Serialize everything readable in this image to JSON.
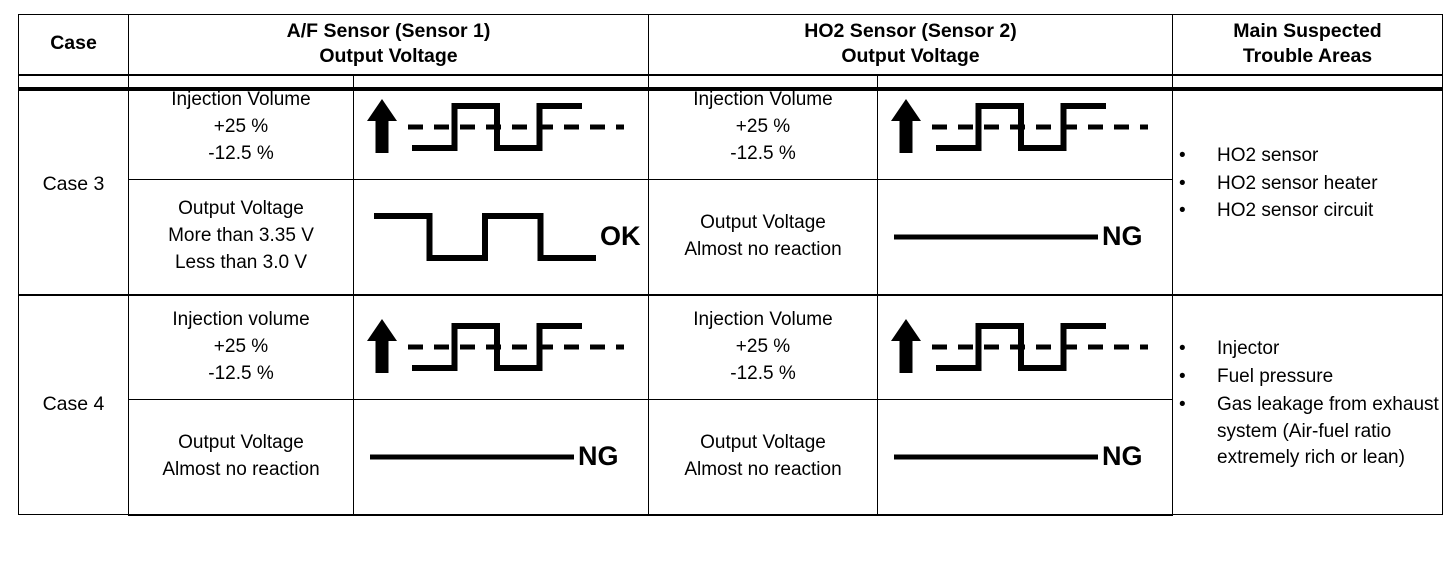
{
  "table": {
    "columns": [
      {
        "key": "case",
        "label": "Case"
      },
      {
        "key": "af",
        "label": "A/F Sensor (Sensor 1)",
        "label2": "Output Voltage"
      },
      {
        "key": "ho2",
        "label": "HO2 Sensor (Sensor 2)",
        "label2": "Output Voltage"
      },
      {
        "key": "trouble",
        "label": "Main Suspected",
        "label2": "Trouble Areas"
      }
    ],
    "rows": [
      {
        "case_label": "Case 3",
        "sub_rows": [
          {
            "af_desc": [
              "Injection Volume",
              "+25 %",
              "-12.5 %"
            ],
            "af_wave": {
              "type": "square-rising",
              "arrow": true,
              "dashed_center": true,
              "label": ""
            },
            "ho2_desc": [
              "Injection Volume",
              "+25 %",
              "-12.5 %"
            ],
            "ho2_wave": {
              "type": "square-rising",
              "arrow": true,
              "dashed_center": true,
              "label": ""
            }
          },
          {
            "af_desc": [
              "Output Voltage",
              "More than 3.35 V",
              "Less than 3.0 V"
            ],
            "af_wave": {
              "type": "square-falling",
              "arrow": false,
              "dashed_center": false,
              "label": "OK"
            },
            "ho2_desc": [
              "Output Voltage",
              "Almost no reaction"
            ],
            "ho2_wave": {
              "type": "flat",
              "arrow": false,
              "dashed_center": false,
              "label": "NG"
            }
          }
        ],
        "trouble_areas": [
          "HO2 sensor",
          "HO2 sensor heater",
          "HO2 sensor circuit"
        ]
      },
      {
        "case_label": "Case 4",
        "sub_rows": [
          {
            "af_desc": [
              "Injection volume",
              "+25 %",
              "-12.5 %"
            ],
            "af_wave": {
              "type": "square-rising",
              "arrow": true,
              "dashed_center": true,
              "label": ""
            },
            "ho2_desc": [
              "Injection Volume",
              "+25 %",
              "-12.5 %"
            ],
            "ho2_wave": {
              "type": "square-rising",
              "arrow": true,
              "dashed_center": true,
              "label": ""
            }
          },
          {
            "af_desc": [
              "Output Voltage",
              "Almost no reaction"
            ],
            "af_wave": {
              "type": "flat",
              "arrow": false,
              "dashed_center": false,
              "label": "NG"
            },
            "ho2_desc": [
              "Output Voltage",
              "Almost no reaction"
            ],
            "ho2_wave": {
              "type": "flat",
              "arrow": false,
              "dashed_center": false,
              "label": "NG"
            }
          }
        ],
        "trouble_areas": [
          "Injector",
          "Fuel pressure",
          "Gas leakage from exhaust system (Air-fuel ratio extremely rich or lean)"
        ]
      }
    ],
    "bullet_glyph": "•"
  },
  "style": {
    "ink": "#000000",
    "paper": "#ffffff"
  }
}
